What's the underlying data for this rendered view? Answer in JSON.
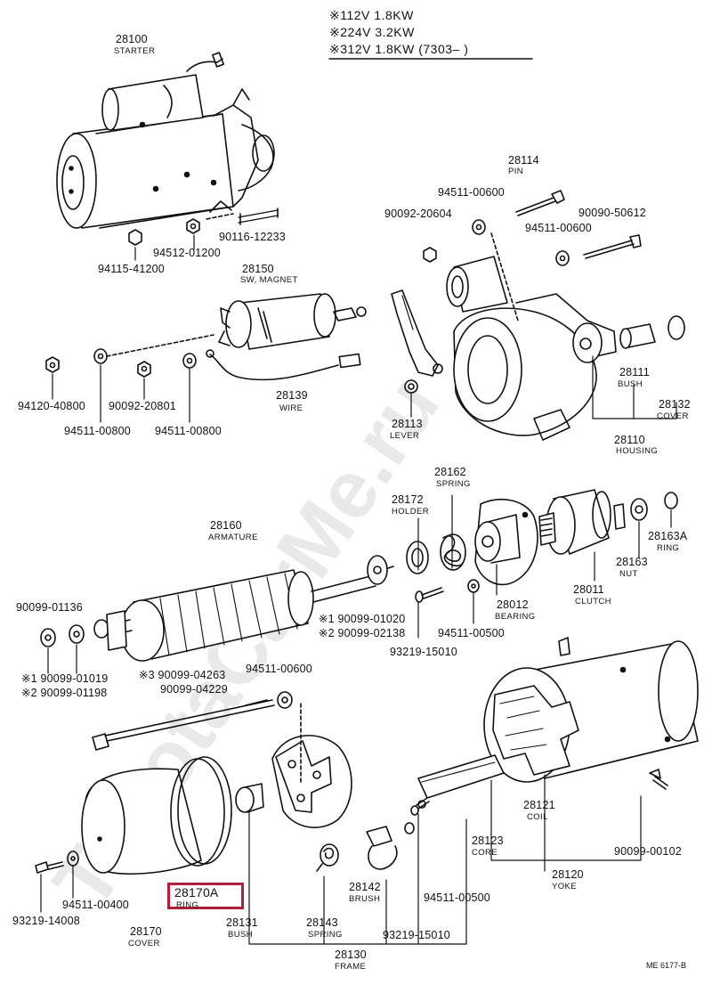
{
  "header": {
    "lines": [
      {
        "mark": "※1",
        "text": "12V 1.8KW"
      },
      {
        "mark": "※2",
        "text": "24V 3.2KW"
      },
      {
        "mark": "※3",
        "text": "12V 1.8KW (7303–      )"
      }
    ]
  },
  "watermark": "ToyotaCarMe.ru",
  "reference": "ME 6177-B",
  "highlight_color": "#b0203a",
  "parts": {
    "p28100": {
      "number": "28100",
      "name": "STARTER"
    },
    "p94512_01200": {
      "number": "94512-01200"
    },
    "p90116_12233": {
      "number": "90116-12233"
    },
    "p94115_41200": {
      "number": "94115-41200"
    },
    "p28150": {
      "number": "28150",
      "name": "SW, MAGNET"
    },
    "p94120_40800": {
      "number": "94120-40800"
    },
    "p90092_20801": {
      "number": "90092-20801"
    },
    "p94511_00800a": {
      "number": "94511-00800"
    },
    "p94511_00800b": {
      "number": "94511-00800"
    },
    "p28139": {
      "number": "28139",
      "name": "WIRE"
    },
    "p28114": {
      "number": "28114",
      "name": "PIN"
    },
    "p94511_00600a": {
      "number": "94511-00600"
    },
    "p90092_20604": {
      "number": "90092-20604"
    },
    "p90090_50612": {
      "number": "90090-50612"
    },
    "p94511_00600b": {
      "number": "94511-00600"
    },
    "p28111": {
      "number": "28111",
      "name": "BUSH"
    },
    "p28132": {
      "number": "28132",
      "name": "COVER"
    },
    "p28113": {
      "number": "28113",
      "name": "LEVER"
    },
    "p28110": {
      "number": "28110",
      "name": "HOUSING"
    },
    "p28162": {
      "number": "28162",
      "name": "SPRING"
    },
    "p28172": {
      "number": "28172",
      "name": "HOLDER"
    },
    "p28160": {
      "number": "28160",
      "name": "ARMATURE"
    },
    "p28163A": {
      "number": "28163A",
      "name": "RING"
    },
    "p28163": {
      "number": "28163",
      "name": "NUT"
    },
    "p28011": {
      "number": "28011",
      "name": "CLUTCH"
    },
    "p28012": {
      "number": "28012",
      "name": "BEARING"
    },
    "p94511_00500a": {
      "number": "94511-00500"
    },
    "p93219_15010a": {
      "number": "93219-15010"
    },
    "p90099_01136": {
      "number": "90099-01136"
    },
    "p1_90099_01020": {
      "number": "※1 90099-01020"
    },
    "p2_90099_02138": {
      "number": "※2 90099-02138"
    },
    "p1_90099_01019": {
      "number": "※1 90099-01019"
    },
    "p2_90099_01198": {
      "number": "※2 90099-01198"
    },
    "p3_90099_04263": {
      "number": "※3 90099-04263"
    },
    "p90099_04229": {
      "number": "90099-04229"
    },
    "p94511_00600c": {
      "number": "94511-00600"
    },
    "p28170A": {
      "number": "28170A",
      "name": "RING"
    },
    "p94511_00400": {
      "number": "94511-00400"
    },
    "p93219_14008": {
      "number": "93219-14008"
    },
    "p28170": {
      "number": "28170",
      "name": "COVER"
    },
    "p28131": {
      "number": "28131",
      "name": "BUSH"
    },
    "p28143": {
      "number": "28143",
      "name": "SPRING"
    },
    "p28142": {
      "number": "28142",
      "name": "BRUSH"
    },
    "p93219_15010b": {
      "number": "93219-15010"
    },
    "p94511_00500b": {
      "number": "94511-00500"
    },
    "p28130": {
      "number": "28130",
      "name": "FRAME"
    },
    "p28121": {
      "number": "28121",
      "name": "COIL"
    },
    "p28123": {
      "number": "28123",
      "name": "CORE"
    },
    "p90099_00102": {
      "number": "90099-00102"
    },
    "p28120": {
      "number": "28120",
      "name": "YOKE"
    }
  }
}
